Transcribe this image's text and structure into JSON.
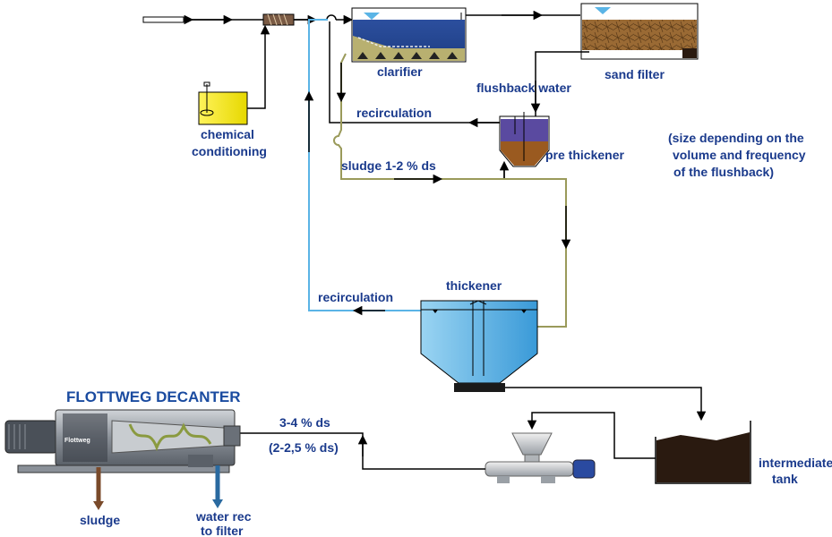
{
  "labels": {
    "title": "FLOTTWEG DECANTER",
    "clarifier": "clarifier",
    "sand_filter": "sand filter",
    "flushback_water": "flushback water",
    "chemical_line1": "chemical",
    "chemical_line2": "conditioning",
    "recirculation_top": "recirculation",
    "pre_thickener": "pre thickener",
    "sludge_12": "sludge 1-2 % ds",
    "note_line1": "(size depending on the",
    "note_line2": "volume and frequency",
    "note_line3": "of the flushback)",
    "thickener": "thickener",
    "recirculation_mid": "recirculation",
    "ds_34": "3-4 % ds",
    "ds_225": "(2-2,5 % ds)",
    "intermediate_line1": "intermediate",
    "intermediate_line2": "tank",
    "sludge_out": "sludge",
    "water_rec_line1": "water rec",
    "water_rec_line2": "to filter",
    "decanter_brand": "Flottweg"
  },
  "colors": {
    "label_text": "#1a3a8c",
    "title_text": "#1a4ba0",
    "black_line": "#000000",
    "blue_line": "#5ab4e6",
    "sludge_line": "#9a9a5a",
    "clarifier_water": "#2a4f9c",
    "clarifier_sludge": "#b8b070",
    "sand": "#8a5a2a",
    "chem_tank": "#f4ee30",
    "pre_thick_water": "#5a4aa0",
    "pre_thick_sludge": "#9a5a20",
    "thickener_water": "#5ab0e0",
    "tank_sludge": "#2a1a10",
    "sludge_arrow": "#7a4a2a",
    "water_arrow": "#2a6aa0"
  }
}
